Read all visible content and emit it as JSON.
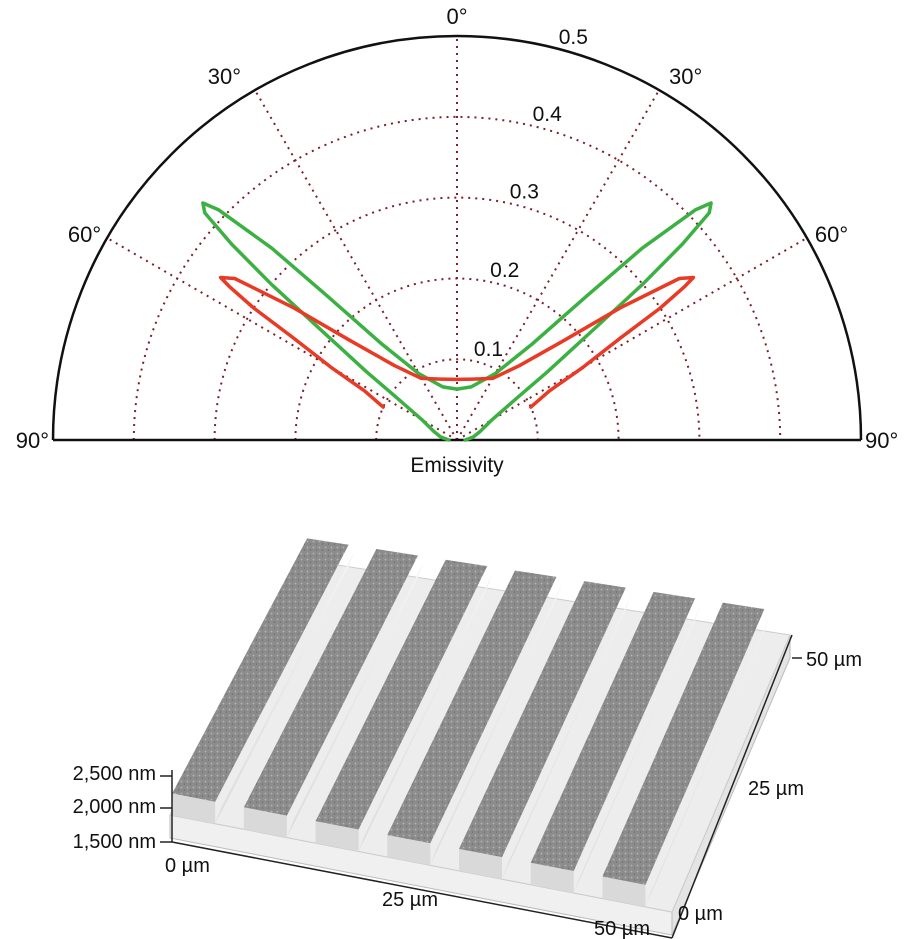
{
  "chart_data": [
    {
      "type": "polar",
      "xlabel": "Emissivity",
      "angle_ticks": [
        {
          "label": "0°",
          "angle": 0
        },
        {
          "label": "30°",
          "angle": -30
        },
        {
          "label": "30°",
          "angle": 30
        },
        {
          "label": "60°",
          "angle": -60
        },
        {
          "label": "60°",
          "angle": 60
        },
        {
          "label": "90°",
          "angle": -90
        },
        {
          "label": "90°",
          "angle": 90
        }
      ],
      "radial_ticks": [
        {
          "label": "0.1",
          "value": 0.1
        },
        {
          "label": "0.2",
          "value": 0.2
        },
        {
          "label": "0.3",
          "value": 0.3
        },
        {
          "label": "0.4",
          "value": 0.4
        },
        {
          "label": "0.5",
          "value": 0.5
        }
      ],
      "rlim": [
        0,
        0.5
      ],
      "grid": true,
      "series": [
        {
          "color": "#3cb043",
          "points": [
            [
              -90,
              0.01
            ],
            [
              -80,
              0.02
            ],
            [
              -70,
              0.03
            ],
            [
              -60,
              0.05
            ],
            [
              -55,
              0.09
            ],
            [
              -53,
              0.14
            ],
            [
              -51,
              0.22
            ],
            [
              -50,
              0.3
            ],
            [
              -49,
              0.37
            ],
            [
              -48,
              0.42
            ],
            [
              -47,
              0.43
            ],
            [
              -46,
              0.41
            ],
            [
              -44,
              0.33
            ],
            [
              -42,
              0.24
            ],
            [
              -38,
              0.15
            ],
            [
              -30,
              0.095
            ],
            [
              -15,
              0.068
            ],
            [
              0,
              0.063
            ],
            [
              15,
              0.068
            ],
            [
              30,
              0.095
            ],
            [
              38,
              0.15
            ],
            [
              42,
              0.24
            ],
            [
              44,
              0.33
            ],
            [
              46,
              0.41
            ],
            [
              47,
              0.43
            ],
            [
              48,
              0.42
            ],
            [
              49,
              0.37
            ],
            [
              50,
              0.3
            ],
            [
              51,
              0.22
            ],
            [
              53,
              0.14
            ],
            [
              55,
              0.09
            ],
            [
              60,
              0.05
            ],
            [
              70,
              0.03
            ],
            [
              80,
              0.02
            ],
            [
              90,
              0.01
            ]
          ]
        },
        {
          "color": "#e83a24",
          "points": [
            [
              -66,
              0.1
            ],
            [
              -62,
              0.13
            ],
            [
              -60,
              0.18
            ],
            [
              -58,
              0.24
            ],
            [
              -57,
              0.3
            ],
            [
              -56,
              0.34
            ],
            [
              -55.5,
              0.355
            ],
            [
              -54,
              0.34
            ],
            [
              -51,
              0.26
            ],
            [
              -47,
              0.18
            ],
            [
              -40,
              0.12
            ],
            [
              -30,
              0.088
            ],
            [
              -15,
              0.078
            ],
            [
              0,
              0.075
            ],
            [
              15,
              0.078
            ],
            [
              30,
              0.088
            ],
            [
              40,
              0.12
            ],
            [
              47,
              0.18
            ],
            [
              51,
              0.26
            ],
            [
              54,
              0.34
            ],
            [
              55.5,
              0.355
            ],
            [
              56,
              0.34
            ],
            [
              57,
              0.3
            ],
            [
              58,
              0.24
            ],
            [
              60,
              0.18
            ],
            [
              62,
              0.13
            ],
            [
              66,
              0.1
            ]
          ]
        }
      ]
    },
    {
      "type": "surface",
      "axis_labels": {
        "x": [
          "0 µm",
          "25 µm",
          "50 µm"
        ],
        "y": [
          "0 µm",
          "25 µm",
          "50 µm"
        ],
        "z": [
          "1,500 nm",
          "2,000 nm",
          "2,500 nm"
        ]
      },
      "x": [
        0,
        25,
        50
      ],
      "y": [
        0,
        25,
        50
      ],
      "z": [
        1500,
        2000,
        2500
      ],
      "ridge_count": 7
    }
  ]
}
